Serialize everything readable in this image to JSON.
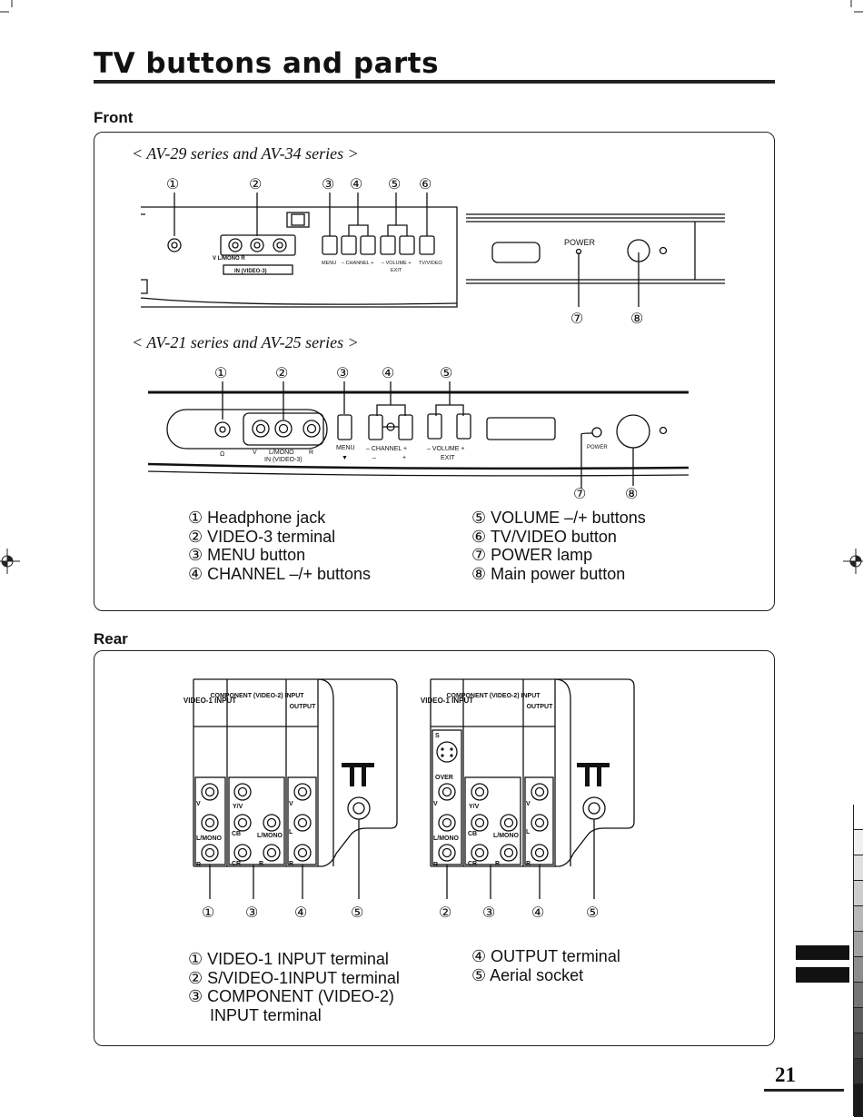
{
  "title": "TV buttons and parts",
  "front": {
    "heading": "Front",
    "series_a": "< AV-29 series and AV-34 series >",
    "series_b": "< AV-21 series and AV-25 series >",
    "panel_a": {
      "callouts": [
        "①",
        "②",
        "③",
        "④",
        "⑤",
        "⑥",
        "⑦",
        "⑧"
      ],
      "labels": {
        "jacks": "V    L/MONO    R",
        "in_video": "IN (VIDEO-3)",
        "menu": "MENU",
        "channel": "– CHANNEL +",
        "volume": "– VOLUME +",
        "exit": "EXIT",
        "tvvideo": "TV/VIDEO",
        "power": "POWER"
      }
    },
    "panel_b": {
      "callouts": [
        "①",
        "②",
        "③",
        "④",
        "⑤",
        "⑦",
        "⑧"
      ],
      "labels": {
        "v": "V",
        "lmono": "L/MONO",
        "r": "R",
        "in_video": "IN (VIDEO-3)",
        "menu": "MENU",
        "channel": "– CHANNEL +",
        "ch_minus": "–",
        "ch_plus": "+",
        "volume": "– VOLUME +",
        "exit": "EXIT",
        "power": "POWER"
      }
    },
    "legend_left": [
      "① Headphone jack",
      "② VIDEO-3 terminal",
      "③ MENU button",
      "④ CHANNEL –/+ buttons"
    ],
    "legend_right": [
      "⑤ VOLUME –/+ buttons",
      "⑥ TV/VIDEO button",
      "⑦ POWER lamp",
      "⑧ Main power button"
    ]
  },
  "rear": {
    "heading": "Rear",
    "panel_1": {
      "headers": [
        "VIDEO-1 INPUT",
        "COMPONENT (VIDEO-2) INPUT",
        "OUTPUT"
      ],
      "labels": {
        "v": "V",
        "lmono": "L/MONO",
        "r": "R",
        "yv": "Y/V",
        "cb": "CB",
        "cr": "CR",
        "lmono2": "L/MONO",
        "r2": "R",
        "ov": "V",
        "ol": "L",
        "or": "R"
      },
      "callouts": [
        "①",
        "③",
        "④",
        "⑤"
      ]
    },
    "panel_2": {
      "headers": [
        "VIDEO-1 INPUT",
        "COMPONENT (VIDEO-2) INPUT",
        "OUTPUT"
      ],
      "labels": {
        "s": "S",
        "over": "OVER",
        "v": "V",
        "lmono": "L/MONO",
        "r": "R",
        "yv": "Y/V",
        "cb": "CB",
        "cr": "CR",
        "lmono2": "L/MONO",
        "r2": "R",
        "ov": "V",
        "ol": "L",
        "or": "R"
      },
      "callouts": [
        "②",
        "③",
        "④",
        "⑤"
      ]
    },
    "legend_left": [
      "① VIDEO-1 INPUT terminal",
      "② S/VIDEO-1INPUT terminal",
      "③ COMPONENT (VIDEO-2)",
      "INPUT terminal"
    ],
    "legend_right": [
      "④ OUTPUT terminal",
      "⑤ Aerial socket"
    ]
  },
  "page_number": "21"
}
